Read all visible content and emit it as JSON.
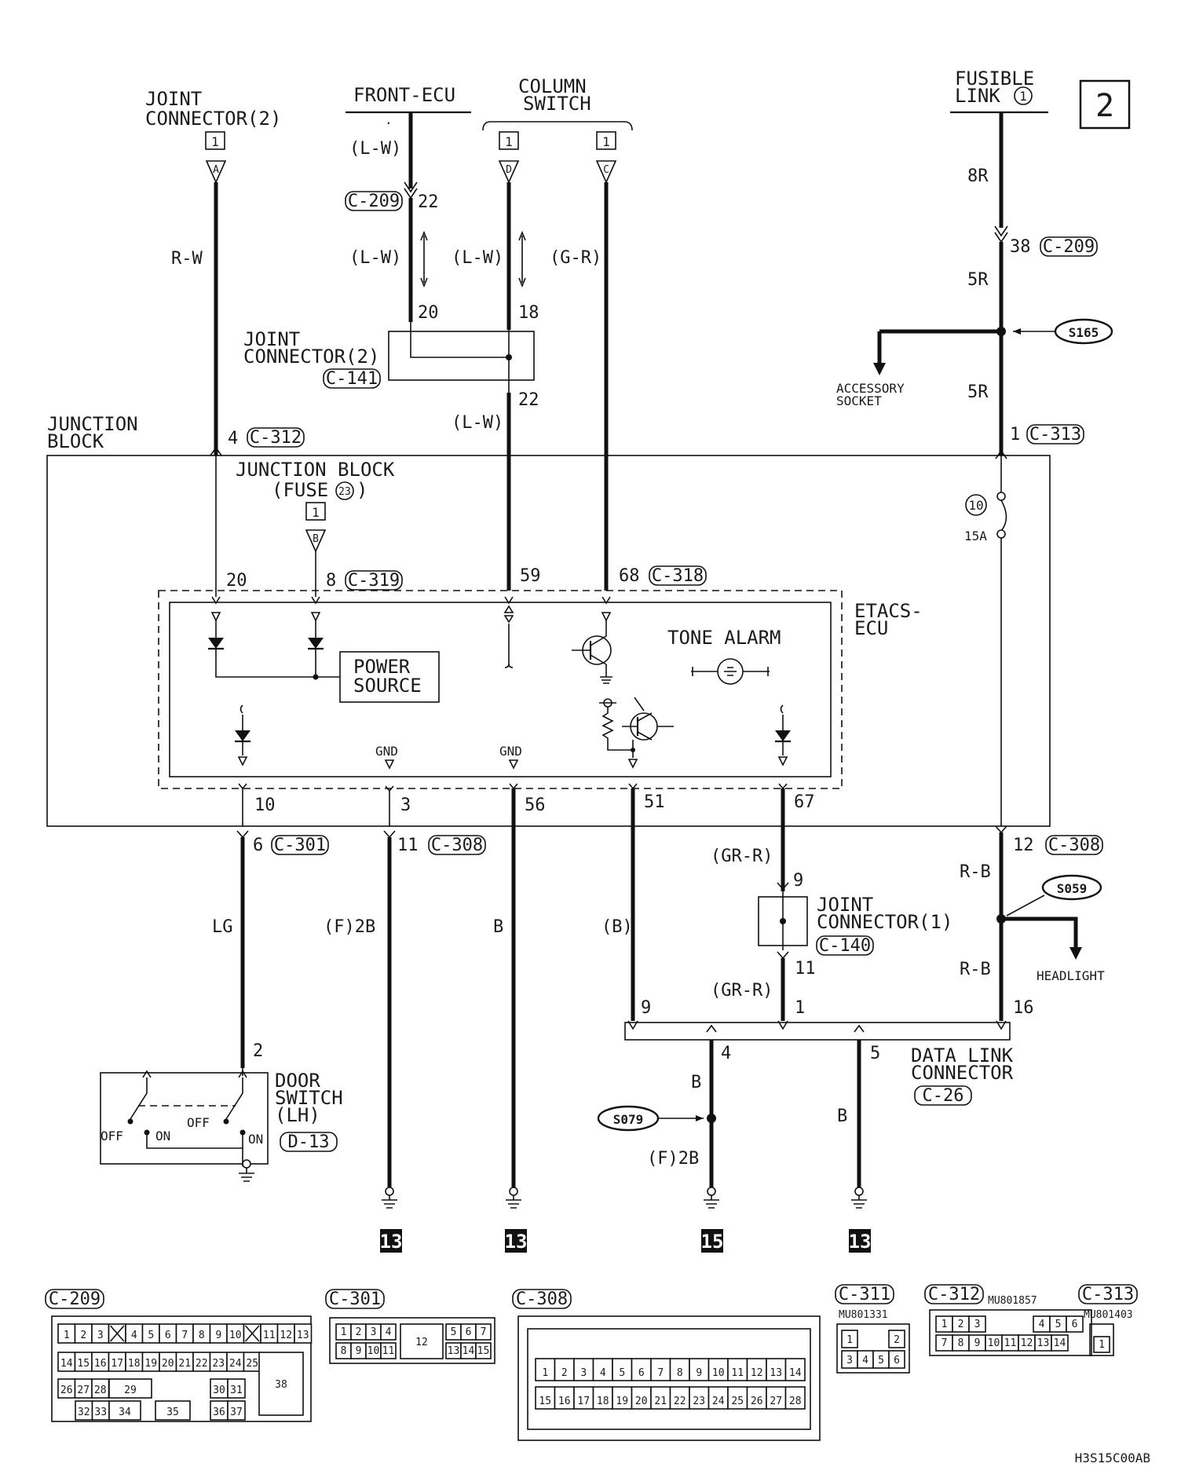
{
  "page_number": "2",
  "footer_code": "H3S15C00AB",
  "top_labels": {
    "joint_connector_2_title": [
      "JOINT",
      "CONNECTOR(2)"
    ],
    "front_ecu": "FRONT-ECU",
    "column_switch": [
      "COLUMN",
      "SWITCH"
    ],
    "fusible_link": [
      "FUSIBLE",
      "LINK"
    ],
    "fusible_link_num": "1",
    "box_one": "1",
    "terminal_a": "A",
    "terminal_d": "D",
    "terminal_c": "C",
    "terminal_b": "B"
  },
  "wire_colors": {
    "rw": "R-W",
    "lw": "(L-W)",
    "gr": "(G-R)",
    "r8": "8R",
    "r5a": "5R",
    "r5b": "5R",
    "lg": "LG",
    "f2b": "(F)2B",
    "b": "B",
    "b_paren": "(B)",
    "grr": "(GR-R)",
    "rb": "R-B"
  },
  "connectors": {
    "c209": "C-209",
    "c141": "C-141",
    "c312": "C-312",
    "c313": "C-313",
    "c319": "C-319",
    "c318": "C-318",
    "c301": "C-301",
    "c308": "C-308",
    "c140": "C-140",
    "c26": "C-26",
    "d13": "D-13",
    "c311": "C-311"
  },
  "splices": {
    "s165": "S165",
    "s059": "S059",
    "s079": "S079"
  },
  "pins": {
    "p22": "22",
    "p38": "38",
    "p20": "20",
    "p18": "18",
    "p22b": "22",
    "p4": "4",
    "p1": "1",
    "p20b": "20",
    "p8": "8",
    "p59": "59",
    "p68": "68",
    "p10": "10",
    "p3": "3",
    "p56": "56",
    "p51": "51",
    "p67": "67",
    "p6": "6",
    "p11": "11",
    "p12": "12",
    "p9": "9",
    "p11b": "11",
    "p9b": "9",
    "p1b": "1",
    "p16": "16",
    "p2": "2",
    "p4b": "4",
    "p5": "5"
  },
  "components": {
    "joint_connector_2": [
      "JOINT",
      "CONNECTOR(2)"
    ],
    "junction_block": [
      "JUNCTION",
      "BLOCK"
    ],
    "junction_block_fuse": [
      "JUNCTION BLOCK",
      "(FUSE"
    ],
    "fuse_num": "23",
    "fuse10": "10",
    "fuse_amp": "15A",
    "etacs": [
      "ETACS-",
      "ECU"
    ],
    "tone_alarm": "TONE ALARM",
    "power_source": [
      "POWER",
      "SOURCE"
    ],
    "gnd1": "GND",
    "gnd2": "GND",
    "accessory_socket": [
      "ACCESSORY",
      "SOCKET"
    ],
    "joint_connector_1": [
      "JOINT",
      "CONNECTOR(1)"
    ],
    "headlight": "HEADLIGHT",
    "data_link_connector": [
      "DATA LINK",
      "CONNECTOR"
    ],
    "door_switch": [
      "DOOR",
      "SWITCH",
      "(LH)"
    ],
    "off1": "OFF",
    "on1": "ON",
    "off2": "OFF",
    "on2": "ON"
  },
  "grounds": [
    "13",
    "13",
    "15",
    "13"
  ],
  "connector_views": {
    "c209": {
      "title": "C-209",
      "row1": [
        "1",
        "2",
        "3",
        "",
        "4",
        "5",
        "6",
        "7",
        "8",
        "9",
        "10",
        "",
        "11",
        "12",
        "13"
      ],
      "row2": [
        "14",
        "15",
        "16",
        "17",
        "18",
        "19",
        "20",
        "21",
        "22",
        "23",
        "24",
        "25"
      ],
      "row3": [
        "26",
        "27",
        "28",
        "29",
        "30",
        "31"
      ],
      "row4": [
        "32",
        "33",
        "34",
        "35",
        "36",
        "37"
      ],
      "big": "38"
    },
    "c301": {
      "title": "C-301",
      "row1": [
        "1",
        "2",
        "3",
        "4",
        "5",
        "6",
        "7"
      ],
      "row2": [
        "8",
        "9",
        "10",
        "11",
        "13",
        "14",
        "15"
      ],
      "mid": "12"
    },
    "c308": {
      "title": "C-308",
      "row1": [
        "1",
        "2",
        "3",
        "4",
        "5",
        "6",
        "7",
        "8",
        "9",
        "10",
        "11",
        "12",
        "13",
        "14"
      ],
      "row2": [
        "15",
        "16",
        "17",
        "18",
        "19",
        "20",
        "21",
        "22",
        "23",
        "24",
        "25",
        "26",
        "27",
        "28"
      ]
    },
    "c311": {
      "title": "C-311",
      "part": "MU801331",
      "row1": [
        "1",
        "2"
      ],
      "row2": [
        "3",
        "4",
        "5",
        "6"
      ]
    },
    "c312": {
      "title": "C-312",
      "part": "MU801857",
      "row1": [
        "1",
        "2",
        "3",
        "4",
        "5",
        "6"
      ],
      "row2": [
        "7",
        "8",
        "9",
        "10",
        "11",
        "12",
        "13",
        "14"
      ]
    },
    "c313": {
      "title": "C-313",
      "part": "MU801403",
      "pin": "1"
    }
  }
}
